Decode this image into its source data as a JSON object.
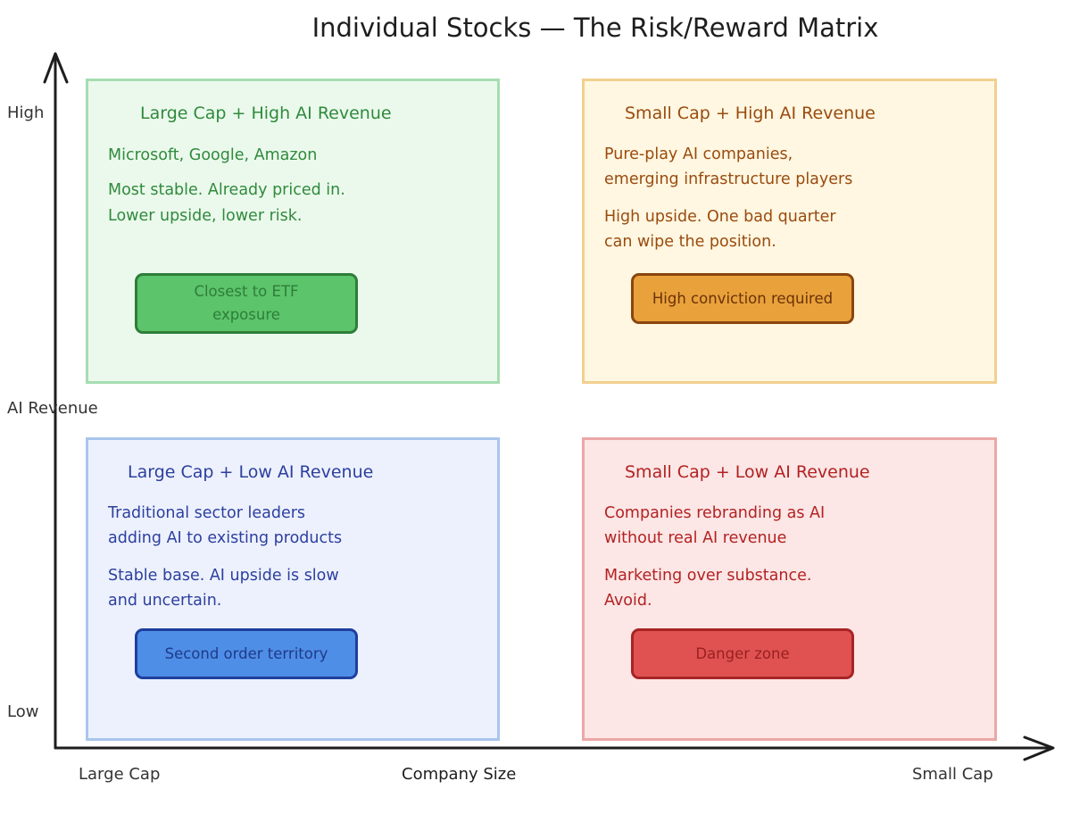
{
  "title": "Individual Stocks — The Risk/Reward Matrix",
  "y_axis": {
    "label": "AI Revenue",
    "high": "High",
    "low": "Low"
  },
  "x_axis": {
    "label": "Company Size",
    "left": "Large Cap",
    "right": "Small Cap"
  },
  "quadrants": [
    {
      "title": "Large Cap + High AI Revenue",
      "lines": [
        "Microsoft, Google, Amazon",
        "Most stable. Already priced in.",
        "Lower upside, lower risk."
      ],
      "button": "Closest to ETF exposure",
      "colors": {
        "bg": "#ebf9ec",
        "border": "#a6ddb1",
        "text": "#2f8a3c",
        "btn": "#5cc46a",
        "btn_border": "#2e7d3a",
        "btn_text": "#2e7d3a"
      }
    },
    {
      "title": "Small Cap + High AI Revenue",
      "lines": [
        "Pure-play AI companies,",
        "emerging infrastructure players",
        "High upside. One bad quarter",
        "can wipe the position."
      ],
      "button": "High conviction required",
      "colors": {
        "bg": "#fff7e1",
        "border": "#f1d08f",
        "text": "#9a4b0f",
        "btn": "#e9a23b",
        "btn_border": "#8a4510",
        "btn_text": "#6b3208"
      }
    },
    {
      "title": "Large Cap + Low AI Revenue",
      "lines": [
        "Traditional sector leaders",
        "adding AI to existing products",
        "Stable base. AI upside is slow",
        "and uncertain."
      ],
      "button": "Second order territory",
      "colors": {
        "bg": "#edf1fd",
        "border": "#a9c5ec",
        "text": "#2c3f9e",
        "btn": "#4f8ee6",
        "btn_border": "#1e3f9e",
        "btn_text": "#1e3a8a"
      }
    },
    {
      "title": "Small Cap + Low AI Revenue",
      "lines": [
        "Companies rebranding as AI",
        "without real AI revenue",
        "Marketing over substance.",
        "Avoid."
      ],
      "button": "Danger zone",
      "colors": {
        "bg": "#fce6e6",
        "border": "#eba7a7",
        "text": "#b32222",
        "btn": "#e05252",
        "btn_border": "#a82424",
        "btn_text": "#9a2020"
      }
    }
  ]
}
